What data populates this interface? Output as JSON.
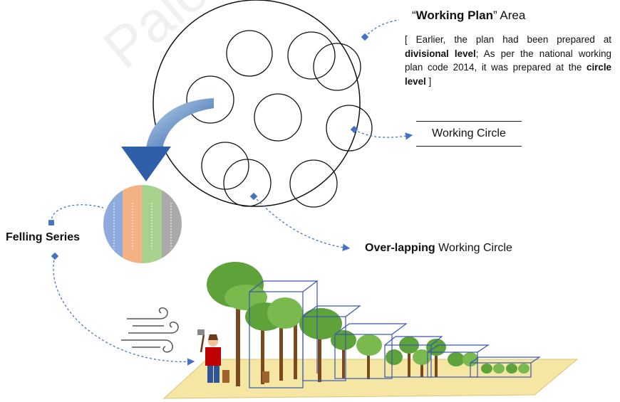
{
  "working_plan": {
    "quote_open": "“",
    "title_bold": "Working Plan",
    "title_rest": "” Area",
    "note": {
      "open": "[ Earlier, the plan had been prepared at ",
      "bold1": "divisional level",
      "mid": "; As per the national working plan code 2014, it was prepared at the ",
      "bold2": "circle level",
      "close": " ]"
    }
  },
  "working_circle": {
    "label": "Working Circle"
  },
  "overlapping": {
    "bold": "Over-lapping",
    "rest": " Working Circle"
  },
  "felling_series": {
    "label": "Felling Series",
    "band_colors": [
      "#8faadc",
      "#f4b183",
      "#a9d18e",
      "#aaaaaa"
    ]
  },
  "colors": {
    "connector": "#4472c4",
    "arrow_dark": "#2e5fa8",
    "arrow_light": "#bdd7ee",
    "ground": "#f5e6a3",
    "box": "#3a56b0",
    "trunk": "#7a4a1e",
    "foliage": "#5ea33a"
  },
  "watermark": "Palo"
}
